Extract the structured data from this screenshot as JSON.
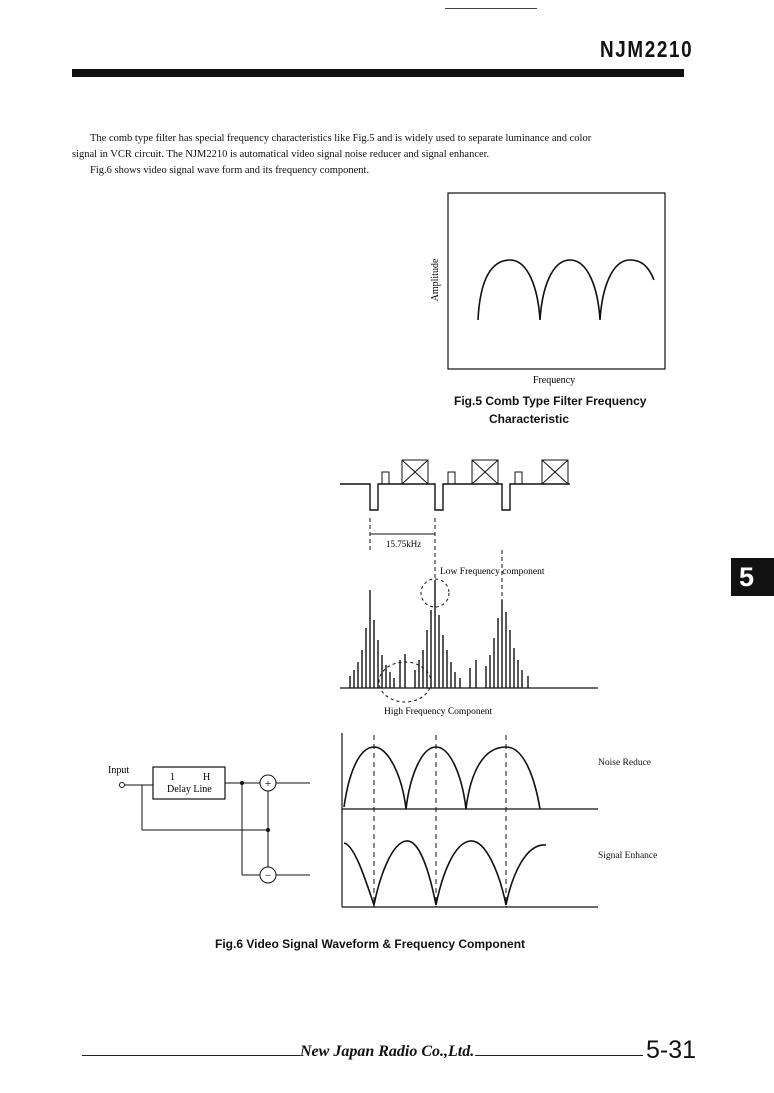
{
  "header": {
    "part_number": "NJM2210"
  },
  "body": {
    "line1": "The comb type filter has special frequency characteristics like Fig.5 and is widely used to separate luminance and color",
    "line2": "signal in VCR circuit. The NJM2210 is automatical video signal noise reducer and signal enhancer.",
    "line3": "Fig.6 shows video signal wave form and its frequency component."
  },
  "fig5": {
    "ylabel": "Amplitude",
    "xlabel": "Frequency",
    "caption_line1": "Fig.5 Comb Type Filter Frequency",
    "caption_line2": "Characteristic"
  },
  "fig6": {
    "period_label": "15.75kHz",
    "low_freq_label": "Low Frequency component",
    "high_freq_label": "High Frequency Component",
    "input_label": "Input",
    "delay_num_left": "1",
    "delay_num_right": "H",
    "delay_label": "Delay Line",
    "plus_sign": "+",
    "minus_sign": "−",
    "noise_label": "Noise Reduce",
    "enhance_label": "Signal Enhance",
    "caption": "Fig.6 Video Signal Waveform & Frequency Component"
  },
  "side_tab": "5",
  "footer": {
    "company": "New Japan Radio Co.,Ltd.",
    "page": "5-31"
  }
}
